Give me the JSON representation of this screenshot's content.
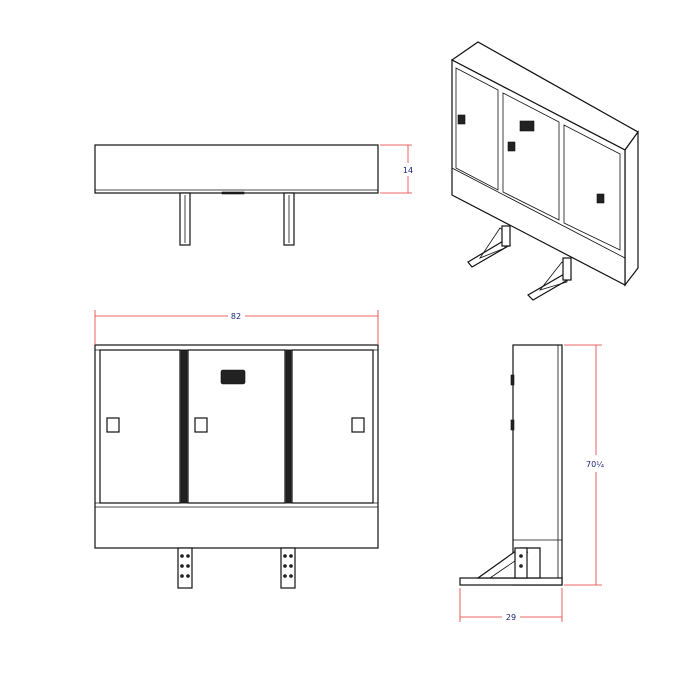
{
  "dimensions": {
    "depth_top": "14",
    "width": "82",
    "height": "70¼",
    "depth_side": "29"
  },
  "colors": {
    "dimension_line": "#e53935",
    "dimension_text": "#1a237e",
    "outline": "#111111"
  }
}
